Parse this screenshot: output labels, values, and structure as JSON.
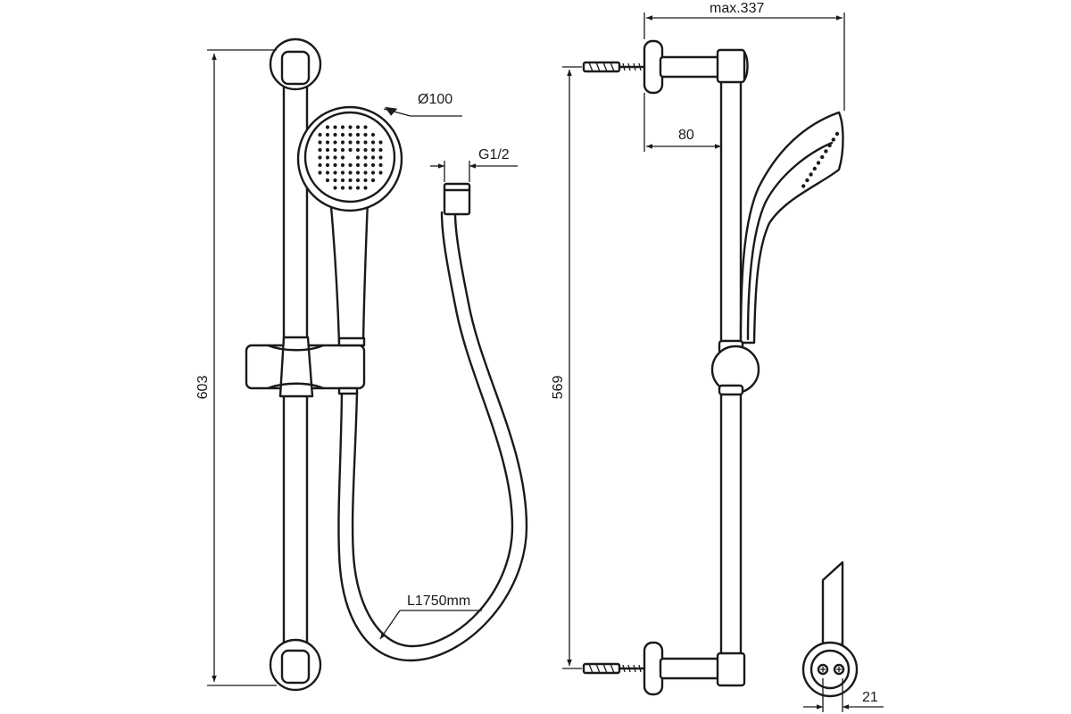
{
  "dimensions": {
    "total_height": "603",
    "head_diameter": "Ø100",
    "connection": "G1/2",
    "hose_length": "L1750mm",
    "max_depth": "max.337",
    "wall_offset": "80",
    "bracket_spacing": "569",
    "bracket_width": "21"
  },
  "colors": {
    "line": "#1a1a1a",
    "background": "#ffffff"
  }
}
